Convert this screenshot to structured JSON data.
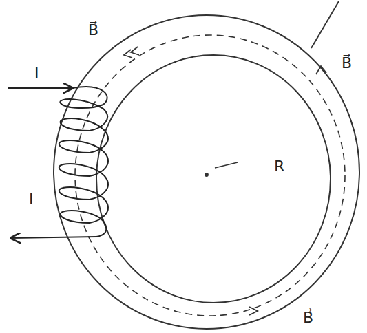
{
  "diagram": {
    "labels": [
      "B⃗",
      "B⃗",
      "I",
      "R",
      "I",
      "B⃗"
    ]
  }
}
